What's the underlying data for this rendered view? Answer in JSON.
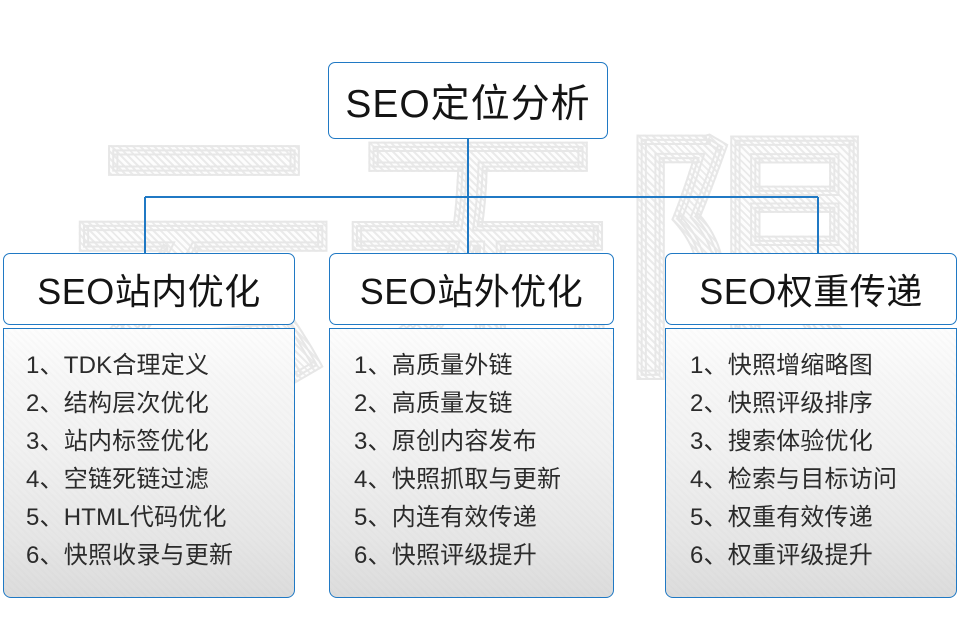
{
  "watermark": {
    "text": "云无限"
  },
  "root": {
    "title": "SEO定位分析"
  },
  "colors": {
    "line": "#2079c4",
    "border": "#2079c4",
    "text": "#141414",
    "item_text": "#2b2b2b",
    "panel_top": "#fdfdfd",
    "panel_bottom": "#dcdcdc",
    "background": "#ffffff",
    "watermark": "#ededed"
  },
  "branches": [
    {
      "title": "SEO站内优化",
      "items": [
        "1、TDK合理定义",
        "2、结构层次优化",
        "3、站内标签优化",
        "4、空链死链过滤",
        "5、HTML代码优化",
        "6、快照收录与更新"
      ]
    },
    {
      "title": "SEO站外优化",
      "items": [
        "1、高质量外链",
        "2、高质量友链",
        "3、原创内容发布",
        "4、快照抓取与更新",
        "5、内连有效传递",
        "6、快照评级提升"
      ]
    },
    {
      "title": "SEO权重传递",
      "items": [
        "1、快照增缩略图",
        "2、快照评级排序",
        "3、搜索体验优化",
        "4、检索与目标访问",
        "5、权重有效传递",
        "6、权重评级提升"
      ]
    }
  ]
}
